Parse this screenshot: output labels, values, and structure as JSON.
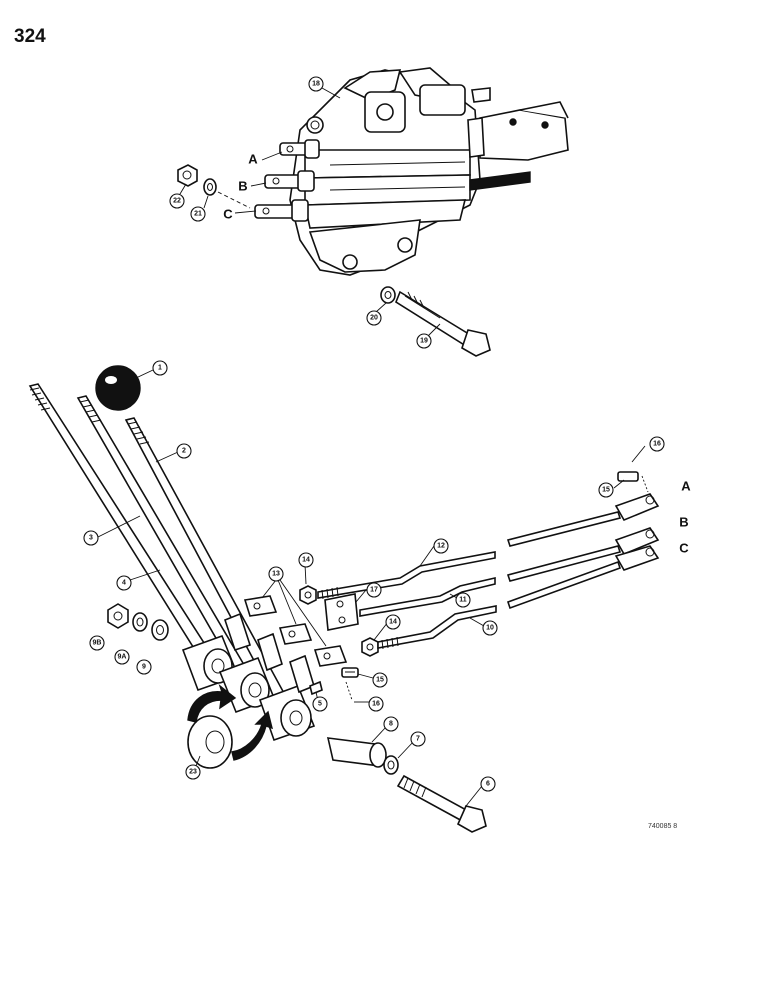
{
  "page_number": "324",
  "drawing_code": "740085 8",
  "port_labels": [
    {
      "id": "valve-a",
      "text": "A"
    },
    {
      "id": "valve-b",
      "text": "B"
    },
    {
      "id": "valve-c",
      "text": "C"
    },
    {
      "id": "rod-a",
      "text": "A"
    },
    {
      "id": "rod-b",
      "text": "B"
    },
    {
      "id": "rod-c",
      "text": "C"
    }
  ],
  "callouts": [
    {
      "id": "18",
      "text": "18"
    },
    {
      "id": "22",
      "text": "22"
    },
    {
      "id": "21",
      "text": "21"
    },
    {
      "id": "20",
      "text": "20"
    },
    {
      "id": "19",
      "text": "19"
    },
    {
      "id": "1",
      "text": "1"
    },
    {
      "id": "2",
      "text": "2"
    },
    {
      "id": "3",
      "text": "3"
    },
    {
      "id": "4",
      "text": "4"
    },
    {
      "id": "16a",
      "text": "16"
    },
    {
      "id": "15a",
      "text": "15"
    },
    {
      "id": "12",
      "text": "12"
    },
    {
      "id": "14a",
      "text": "14"
    },
    {
      "id": "13",
      "text": "13"
    },
    {
      "id": "17",
      "text": "17"
    },
    {
      "id": "11",
      "text": "11"
    },
    {
      "id": "14b",
      "text": "14"
    },
    {
      "id": "10",
      "text": "10"
    },
    {
      "id": "9B",
      "text": "9B"
    },
    {
      "id": "9A",
      "text": "9A"
    },
    {
      "id": "9",
      "text": "9"
    },
    {
      "id": "15b",
      "text": "15"
    },
    {
      "id": "5",
      "text": "5"
    },
    {
      "id": "16b",
      "text": "16"
    },
    {
      "id": "8",
      "text": "8"
    },
    {
      "id": "7",
      "text": "7"
    },
    {
      "id": "23",
      "text": "23"
    },
    {
      "id": "6",
      "text": "6"
    }
  ]
}
